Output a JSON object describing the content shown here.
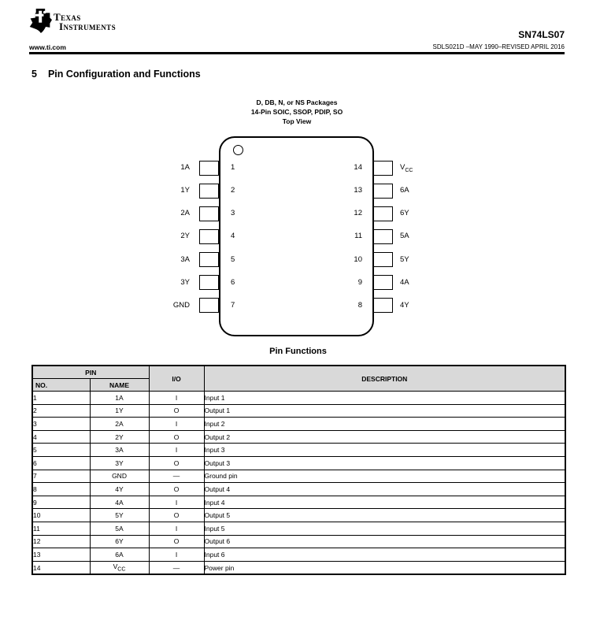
{
  "header": {
    "brand": {
      "line1": "Texas",
      "line2": "Instruments"
    },
    "website": "www.ti.com",
    "part_number": "SN74LS07",
    "doc_revision": "SDLS021D –MAY 1990–REVISED APRIL 2016"
  },
  "section": {
    "number": "5",
    "title": "Pin Configuration and Functions"
  },
  "pin_diagram": {
    "package_title": [
      "D, DB, N, or NS Packages",
      "14-Pin SOIC, SSOP, PDIP, SO",
      "Top View"
    ],
    "left_pins": [
      {
        "number": "1",
        "label": "1A"
      },
      {
        "number": "2",
        "label": "1Y"
      },
      {
        "number": "3",
        "label": "2A"
      },
      {
        "number": "4",
        "label": "2Y"
      },
      {
        "number": "5",
        "label": "3A"
      },
      {
        "number": "6",
        "label": "3Y"
      },
      {
        "number": "7",
        "label": "GND"
      }
    ],
    "right_pins": [
      {
        "number": "14",
        "label": "V",
        "label_sub": "CC"
      },
      {
        "number": "13",
        "label": "6A"
      },
      {
        "number": "12",
        "label": "6Y"
      },
      {
        "number": "11",
        "label": "5A"
      },
      {
        "number": "10",
        "label": "5Y"
      },
      {
        "number": "9",
        "label": "4A"
      },
      {
        "number": "8",
        "label": "4Y"
      }
    ]
  },
  "pin_table": {
    "title": "Pin Functions",
    "col_group": "PIN",
    "columns": {
      "no": "NO.",
      "name": "NAME",
      "io": "I/O",
      "description": "DESCRIPTION"
    },
    "rows": [
      {
        "no": "1",
        "name": "1A",
        "io": "I",
        "description": "Input 1"
      },
      {
        "no": "2",
        "name": "1Y",
        "io": "O",
        "description": "Output 1"
      },
      {
        "no": "3",
        "name": "2A",
        "io": "I",
        "description": "Input 2"
      },
      {
        "no": "4",
        "name": "2Y",
        "io": "O",
        "description": "Output 2"
      },
      {
        "no": "5",
        "name": "3A",
        "io": "I",
        "description": "Input 3"
      },
      {
        "no": "6",
        "name": "3Y",
        "io": "O",
        "description": "Output 3"
      },
      {
        "no": "7",
        "name": "GND",
        "io": "—",
        "description": "Ground pin"
      },
      {
        "no": "8",
        "name": "4Y",
        "io": "O",
        "description": "Output 4"
      },
      {
        "no": "9",
        "name": "4A",
        "io": "I",
        "description": "Input 4"
      },
      {
        "no": "10",
        "name": "5Y",
        "io": "O",
        "description": "Output 5"
      },
      {
        "no": "11",
        "name": "5A",
        "io": "I",
        "description": "Input 5"
      },
      {
        "no": "12",
        "name": "6Y",
        "io": "O",
        "description": "Output 6"
      },
      {
        "no": "13",
        "name": "6A",
        "io": "I",
        "description": "Input 6"
      },
      {
        "no": "14",
        "name": "V",
        "name_sub": "CC",
        "io": "—",
        "description": "Power pin"
      }
    ]
  },
  "colors": {
    "text": "#000000",
    "table_header_bg": "#d9d9d9",
    "rule": "#000000"
  }
}
